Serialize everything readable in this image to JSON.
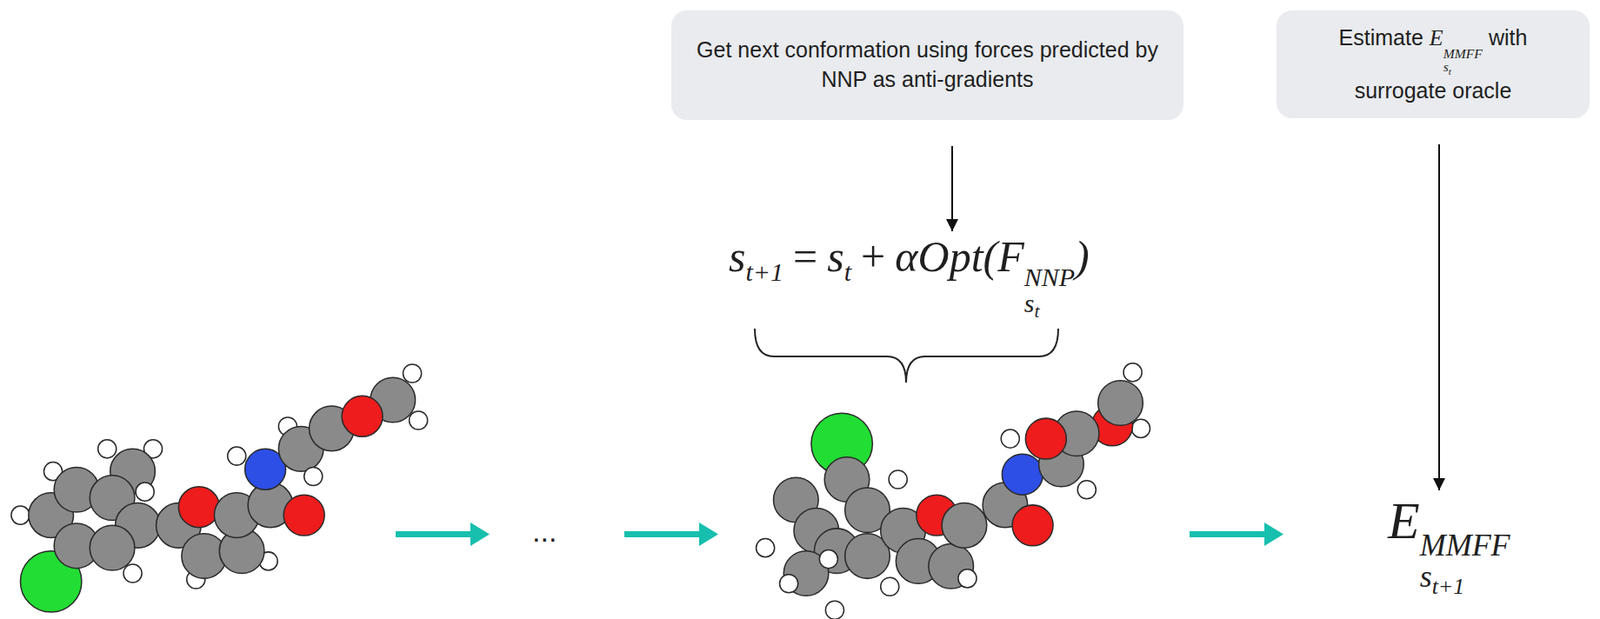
{
  "diagram": {
    "nodes": [
      {
        "text": [
          "Get next conformation using forces predicted by NNP as anti-gradients"
        ]
      },
      {
        "text": [
          "Estimate",
          "E",
          "MMFF",
          "s",
          "t",
          "with surrogate oracle"
        ]
      },
      {
        "text": [
          "s",
          "t+1",
          "=",
          "s",
          "t",
          "+",
          "αOpt(",
          "F",
          "NNP",
          "s",
          "t",
          ")"
        ]
      },
      {
        "text": [
          "E",
          "MMFF",
          "s",
          "t+1"
        ]
      }
    ],
    "edges": [
      {
        "from": 0,
        "to": 2,
        "arrow": "to"
      },
      {
        "from": 1,
        "to": 3,
        "arrow": "to"
      }
    ],
    "labels": [
      "..."
    ]
  }
}
